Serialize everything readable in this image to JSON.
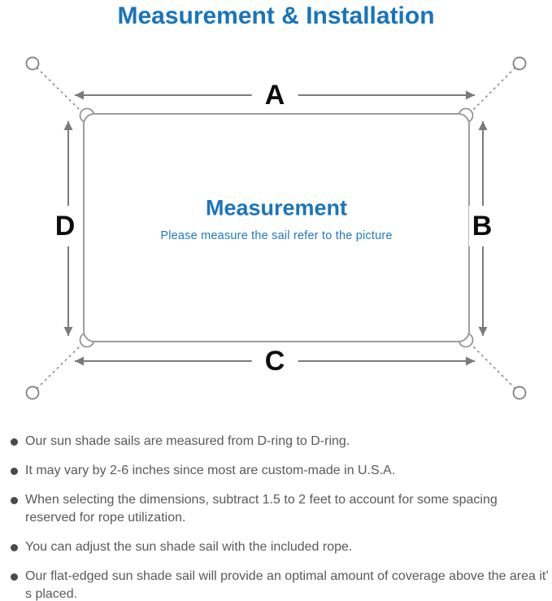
{
  "title": {
    "text": "Measurement & Installation",
    "color": "#1874bd"
  },
  "diagram": {
    "labels": {
      "top": "A",
      "right": "B",
      "bottom": "C",
      "left": "D"
    },
    "center_title": "Measurement",
    "center_subtitle": "Please measure the sail refer to the picture",
    "colors": {
      "accent_blue": "#1b74bc",
      "arrow_gray": "#7a7a7a",
      "sail_border_gray": "#9d9d9d",
      "dashed_rope_gray": "#8a8a8a"
    }
  },
  "notes": {
    "text_color": "#595959",
    "items": [
      "Our sun shade sails are measured from D-ring to D-ring.",
      "It may vary by 2-6 inches since most are custom-made in U.S.A.",
      "When selecting the dimensions, subtract 1.5 to 2 feet to account for some spacing reserved for rope utilization.",
      "You can adjust the sun shade sail with the included rope.",
      "Our flat-edged sun shade sail will provide an optimal amount of coverage above the area it’ s placed."
    ]
  }
}
